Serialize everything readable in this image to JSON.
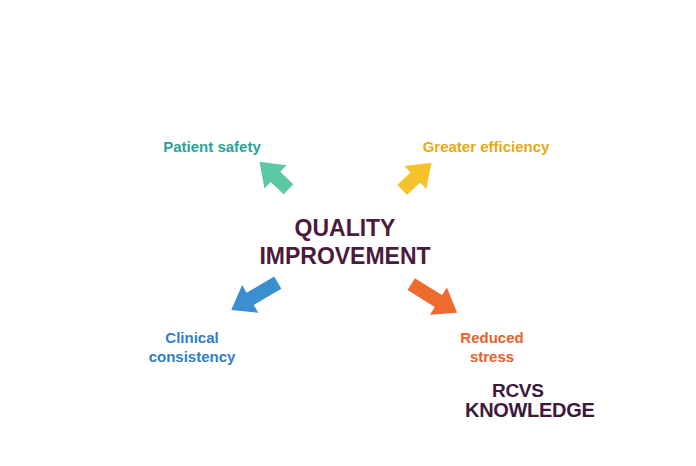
{
  "diagram": {
    "nodes": [
      {
        "text": [
          "QUALITY IMPROVEMENT"
        ]
      },
      {
        "text": [
          "Patient safety"
        ]
      },
      {
        "text": [
          "Greater efficiency"
        ]
      },
      {
        "text": [
          "Clinical consistency"
        ]
      },
      {
        "text": [
          "Reduced stress"
        ]
      }
    ],
    "edges": [
      {
        "from": 0,
        "to": 1,
        "arrow": "to"
      },
      {
        "from": 0,
        "to": 2,
        "arrow": "to"
      },
      {
        "from": 0,
        "to": 3,
        "arrow": "to"
      },
      {
        "from": 0,
        "to": 4,
        "arrow": "to"
      }
    ],
    "labels": [
      "RCVS",
      "KNOWLEDGE"
    ]
  }
}
